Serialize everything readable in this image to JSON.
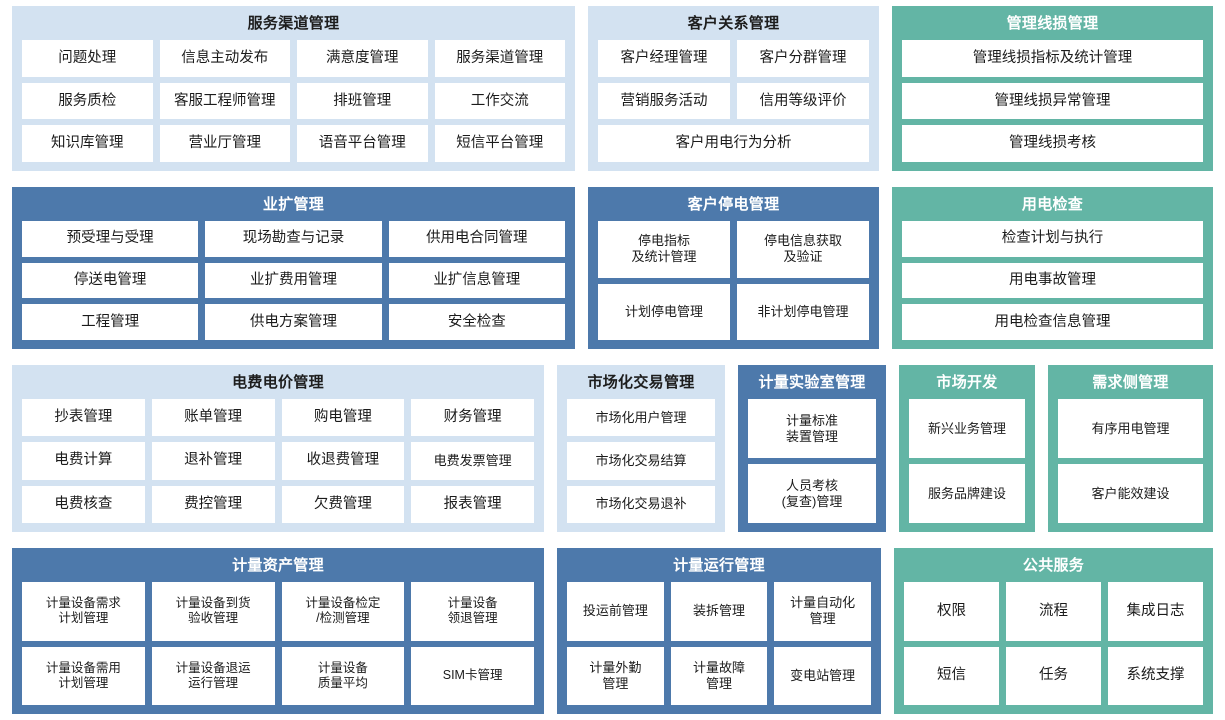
{
  "theme": {
    "light_blue": "#d3e2f1",
    "dark_blue": "#4d79ab",
    "green": "#63b5a5",
    "tile_bg": "#ffffff",
    "page_bg": "#ffffff"
  },
  "rows": [
    {
      "id": "row-1",
      "panels": [
        {
          "id": "service-channel-management",
          "title": "服务渠道管理",
          "style": "lightblue",
          "grid": [
            [
              "问题处理",
              "信息主动发布",
              "满意度管理",
              "服务渠道管理"
            ],
            [
              "服务质检",
              "客服工程师管理",
              "排班管理",
              "工作交流"
            ],
            [
              "知识库管理",
              "营业厅管理",
              "语音平台管理",
              "短信平台管理"
            ]
          ]
        },
        {
          "id": "customer-relationship-management",
          "title": "客户关系管理",
          "style": "lightblue",
          "grid": [
            [
              "客户经理管理",
              "客户分群管理"
            ],
            [
              "营销服务活动",
              "信用等级评价"
            ],
            [
              "客户用电行为分析"
            ]
          ]
        },
        {
          "id": "management-line-loss",
          "title": "管理线损管理",
          "style": "green",
          "grid": [
            [
              "管理线损指标及统计管理"
            ],
            [
              "管理线损异常管理"
            ],
            [
              "管理线损考核"
            ]
          ]
        }
      ]
    },
    {
      "id": "row-2",
      "panels": [
        {
          "id": "business-expansion-management",
          "title": "业扩管理",
          "style": "darkblue",
          "grid": [
            [
              "预受理与受理",
              "现场勘查与记录",
              "供用电合同管理"
            ],
            [
              "停送电管理",
              "业扩费用管理",
              "业扩信息管理"
            ],
            [
              "工程管理",
              "供电方案管理",
              "安全检查"
            ]
          ]
        },
        {
          "id": "customer-outage-management",
          "title": "客户停电管理",
          "style": "darkblue",
          "grid": [
            [
              "停电指标\n及统计管理",
              "停电信息获取\n及验证"
            ],
            [
              "计划停电管理",
              "非计划停电管理"
            ]
          ]
        },
        {
          "id": "electricity-inspection",
          "title": "用电检查",
          "style": "green",
          "grid": [
            [
              "检查计划与执行"
            ],
            [
              "用电事故管理"
            ],
            [
              "用电检查信息管理"
            ]
          ]
        }
      ]
    },
    {
      "id": "row-3",
      "panels": [
        {
          "id": "electricity-fee-price-management",
          "title": "电费电价管理",
          "style": "lightblue",
          "grid": [
            [
              "抄表管理",
              "账单管理",
              "购电管理",
              "财务管理"
            ],
            [
              "电费计算",
              "退补管理",
              "收退费管理",
              "电费发票管理"
            ],
            [
              "电费核查",
              "费控管理",
              "欠费管理",
              "报表管理"
            ]
          ]
        },
        {
          "id": "market-trading-management",
          "title": "市场化交易管理",
          "style": "lightblue",
          "grid": [
            [
              "市场化用户管理"
            ],
            [
              "市场化交易结算"
            ],
            [
              "市场化交易退补"
            ]
          ]
        },
        {
          "id": "metering-laboratory-management",
          "title": "计量实验室管理",
          "style": "darkblue",
          "grid": [
            [
              "计量标准\n装置管理"
            ],
            [
              "人员考核\n(复查)管理"
            ]
          ]
        },
        {
          "id": "market-development",
          "title": "市场开发",
          "style": "green",
          "grid": [
            [
              "新兴业务管理"
            ],
            [
              "服务品牌建设"
            ]
          ]
        },
        {
          "id": "demand-side-management",
          "title": "需求侧管理",
          "style": "green",
          "grid": [
            [
              "有序用电管理"
            ],
            [
              "客户能效建设"
            ]
          ]
        }
      ]
    },
    {
      "id": "row-4",
      "panels": [
        {
          "id": "metering-asset-management",
          "title": "计量资产管理",
          "style": "darkblue",
          "grid": [
            [
              "计量设备需求\n计划管理",
              "计量设备到货\n验收管理",
              "计量设备检定\n/检测管理",
              "计量设备\n领退管理"
            ],
            [
              "计量设备需用\n计划管理",
              "计量设备退运\n运行管理",
              "计量设备\n质量平均",
              "SIM卡管理"
            ]
          ]
        },
        {
          "id": "metering-operation-management",
          "title": "计量运行管理",
          "style": "darkblue",
          "grid": [
            [
              "投运前管理",
              "装拆管理",
              "计量自动化\n管理"
            ],
            [
              "计量外勤\n管理",
              "计量故障\n管理",
              "变电站管理"
            ]
          ]
        },
        {
          "id": "public-services",
          "title": "公共服务",
          "style": "green",
          "grid": [
            [
              "权限",
              "流程",
              "集成日志"
            ],
            [
              "短信",
              "任务",
              "系统支撑"
            ]
          ]
        }
      ]
    }
  ]
}
